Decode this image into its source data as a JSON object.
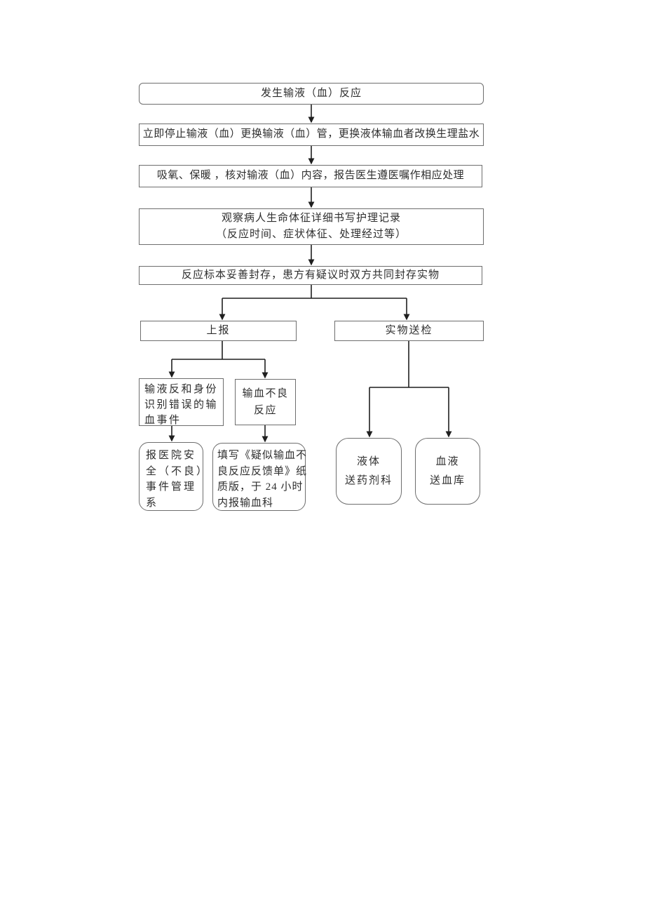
{
  "flowchart": {
    "nodes": {
      "start": {
        "text": "发生输液（血）反应"
      },
      "stop": {
        "text": "立即停止输液（血）更换输液（血）管，更换液体输血者改换生理盐水"
      },
      "oxygen": {
        "text": "吸氧、保暖 ，核对输液（血）内容，报告医生遵医嘱作相应处理"
      },
      "observe": {
        "lines": [
          "观察病人生命体征详细书写护理记录",
          "（反应时间、症状体征、处理经过等）"
        ]
      },
      "seal": {
        "text": "反应标本妥善封存，患方有疑议时双方共同封存实物"
      },
      "report": {
        "text": "上报"
      },
      "send": {
        "text": "实物送检"
      },
      "event": {
        "lines": [
          "输液反和身份",
          "识别错误的输",
          "血事件"
        ]
      },
      "adverse": {
        "lines": [
          "输血不良",
          "反应"
        ]
      },
      "hospital": {
        "lines": [
          "报医院安",
          "全（不良）",
          "事件管理",
          "系"
        ]
      },
      "form": {
        "lines": [
          "填写《疑似输血不",
          "良反应反馈单》纸",
          "质版，于 24 小时",
          "内报输血科"
        ]
      },
      "liquid": {
        "lines": [
          "液体",
          "送药剂科"
        ]
      },
      "blood": {
        "lines": [
          "血液",
          "送血库"
        ]
      }
    },
    "colors": {
      "box_border": "#6e6e6e",
      "connector": "#1f1f1f",
      "text": "#2e2e2e",
      "background": "#ffffff"
    }
  }
}
